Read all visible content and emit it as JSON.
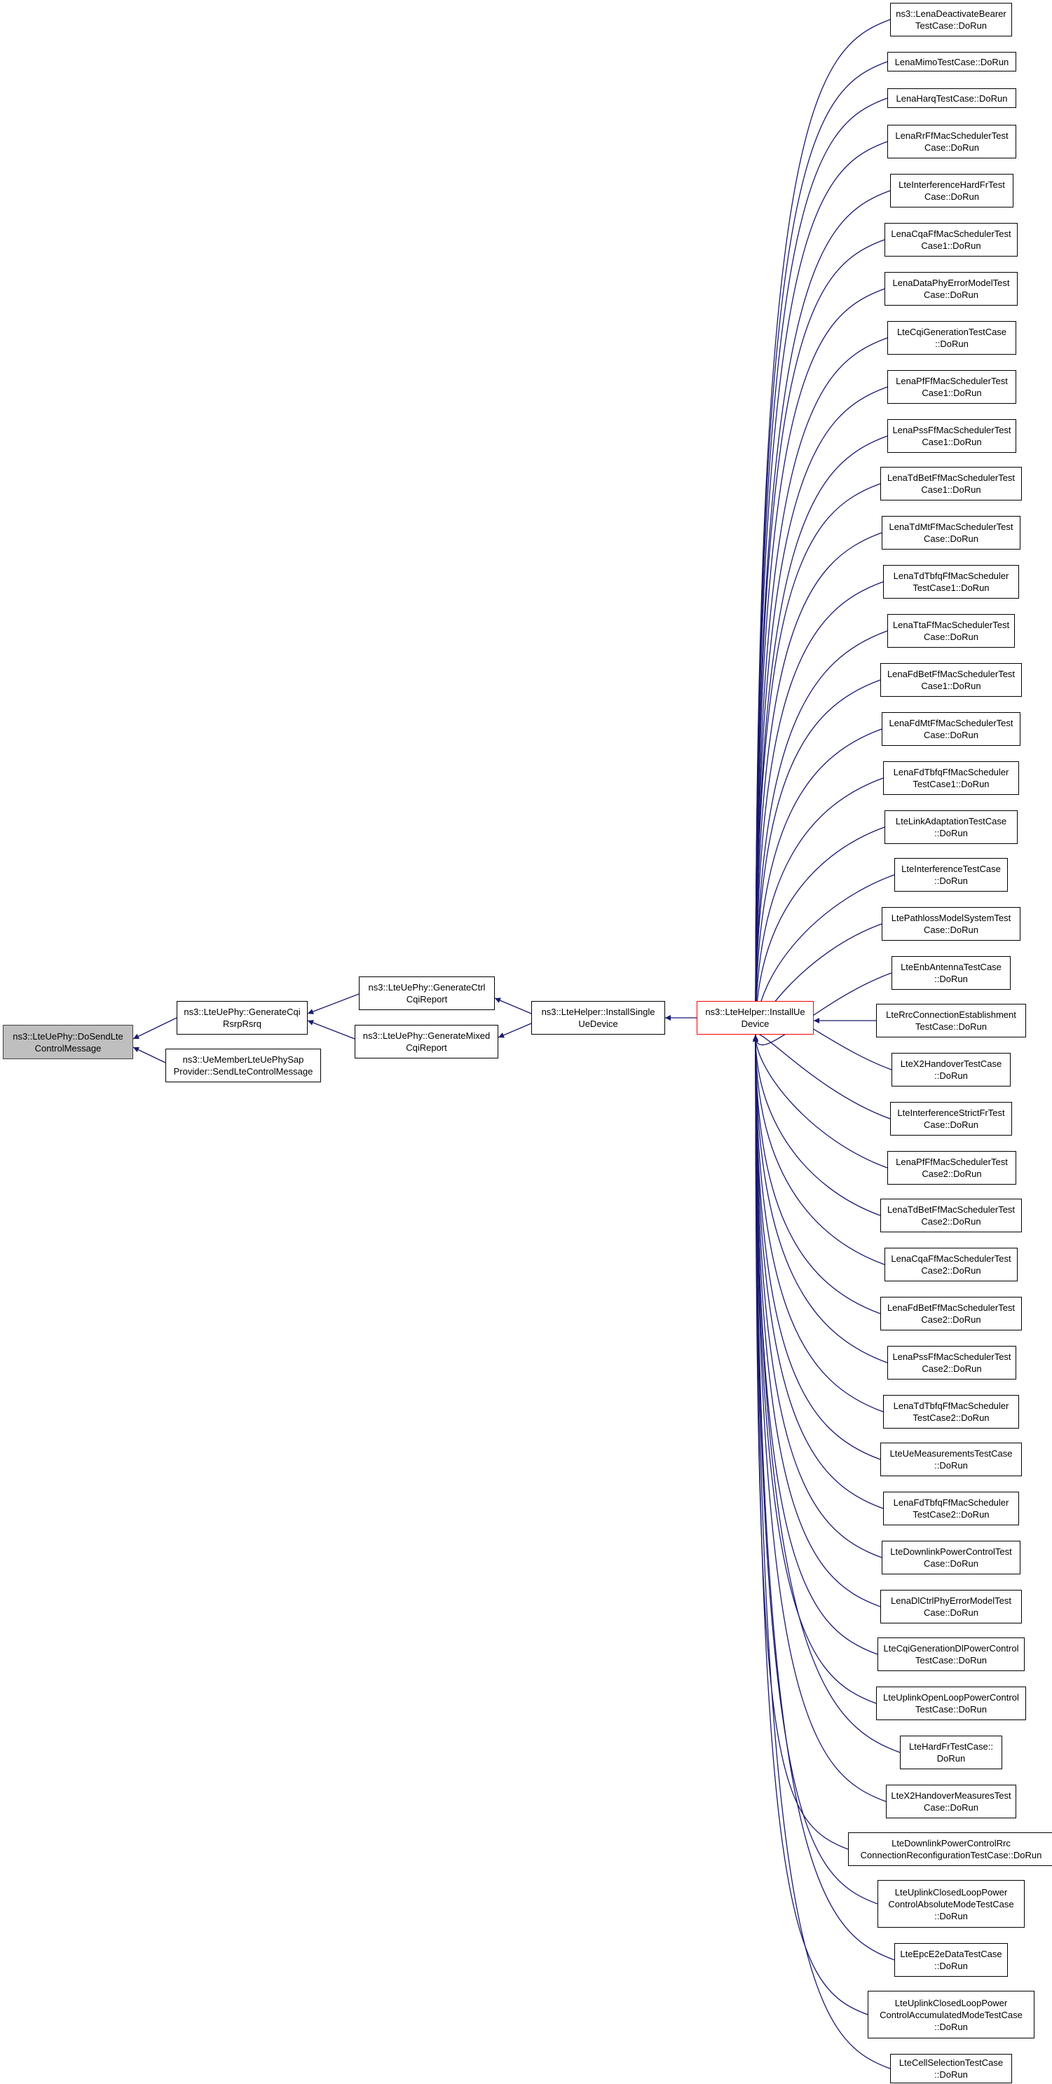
{
  "colors": {
    "edge": "#191970",
    "root_fill": "#bfbfbf",
    "focus_border": "#ff0000",
    "node_border": "#000000"
  },
  "nodes": {
    "root": "ns3::LteUePhy::DoSendLte\nControlMessage",
    "generate_cqi_rsrp_rsrq": "ns3::LteUePhy::GenerateCqi\nRsrpRsrq",
    "ue_member_sap_provider": "ns3::UeMemberLteUePhySap\nProvider::SendLteControlMessage",
    "generate_ctrl_cqi_report": "ns3::LteUePhy::GenerateCtrl\nCqiReport",
    "generate_mixed_cqi_report": "ns3::LteUePhy::GenerateMixed\nCqiReport",
    "install_single_ue_device": "ns3::LteHelper::InstallSingle\nUeDevice",
    "install_ue_device": "ns3::LteHelper::InstallUe\nDevice"
  },
  "test_cases": [
    "ns3::LenaDeactivateBearer\nTestCase::DoRun",
    "LenaMimoTestCase::DoRun",
    "LenaHarqTestCase::DoRun",
    "LenaRrFfMacSchedulerTest\nCase::DoRun",
    "LteInterferenceHardFrTest\nCase::DoRun",
    "LenaCqaFfMacSchedulerTest\nCase1::DoRun",
    "LenaDataPhyErrorModelTest\nCase::DoRun",
    "LteCqiGenerationTestCase\n::DoRun",
    "LenaPfFfMacSchedulerTest\nCase1::DoRun",
    "LenaPssFfMacSchedulerTest\nCase1::DoRun",
    "LenaTdBetFfMacSchedulerTest\nCase1::DoRun",
    "LenaTdMtFfMacSchedulerTest\nCase::DoRun",
    "LenaTdTbfqFfMacScheduler\nTestCase1::DoRun",
    "LenaTtaFfMacSchedulerTest\nCase::DoRun",
    "LenaFdBetFfMacSchedulerTest\nCase1::DoRun",
    "LenaFdMtFfMacSchedulerTest\nCase::DoRun",
    "LenaFdTbfqFfMacScheduler\nTestCase1::DoRun",
    "LteLinkAdaptationTestCase\n::DoRun",
    "LteInterferenceTestCase\n::DoRun",
    "LtePathlossModelSystemTest\nCase::DoRun",
    "LteEnbAntennaTestCase\n::DoRun",
    "LteRrcConnectionEstablishment\nTestCase::DoRun",
    "LteX2HandoverTestCase\n::DoRun",
    "LteInterferenceStrictFrTest\nCase::DoRun",
    "LenaPfFfMacSchedulerTest\nCase2::DoRun",
    "LenaTdBetFfMacSchedulerTest\nCase2::DoRun",
    "LenaCqaFfMacSchedulerTest\nCase2::DoRun",
    "LenaFdBetFfMacSchedulerTest\nCase2::DoRun",
    "LenaPssFfMacSchedulerTest\nCase2::DoRun",
    "LenaTdTbfqFfMacScheduler\nTestCase2::DoRun",
    "LteUeMeasurementsTestCase\n::DoRun",
    "LenaFdTbfqFfMacScheduler\nTestCase2::DoRun",
    "LteDownlinkPowerControlTest\nCase::DoRun",
    "LenaDlCtrlPhyErrorModelTest\nCase::DoRun",
    "LteCqiGenerationDlPowerControl\nTestCase::DoRun",
    "LteUplinkOpenLoopPowerControl\nTestCase::DoRun",
    "LteHardFrTestCase::\nDoRun",
    "LteX2HandoverMeasuresTest\nCase::DoRun",
    "LteDownlinkPowerControlRrc\nConnectionReconfigurationTestCase::DoRun",
    "LteUplinkClosedLoopPower\nControlAbsoluteModeTestCase\n::DoRun",
    "LteEpcE2eDataTestCase\n::DoRun",
    "LteUplinkClosedLoopPower\nControlAccumulatedModeTestCase\n::DoRun",
    "LteCellSelectionTestCase\n::DoRun"
  ]
}
